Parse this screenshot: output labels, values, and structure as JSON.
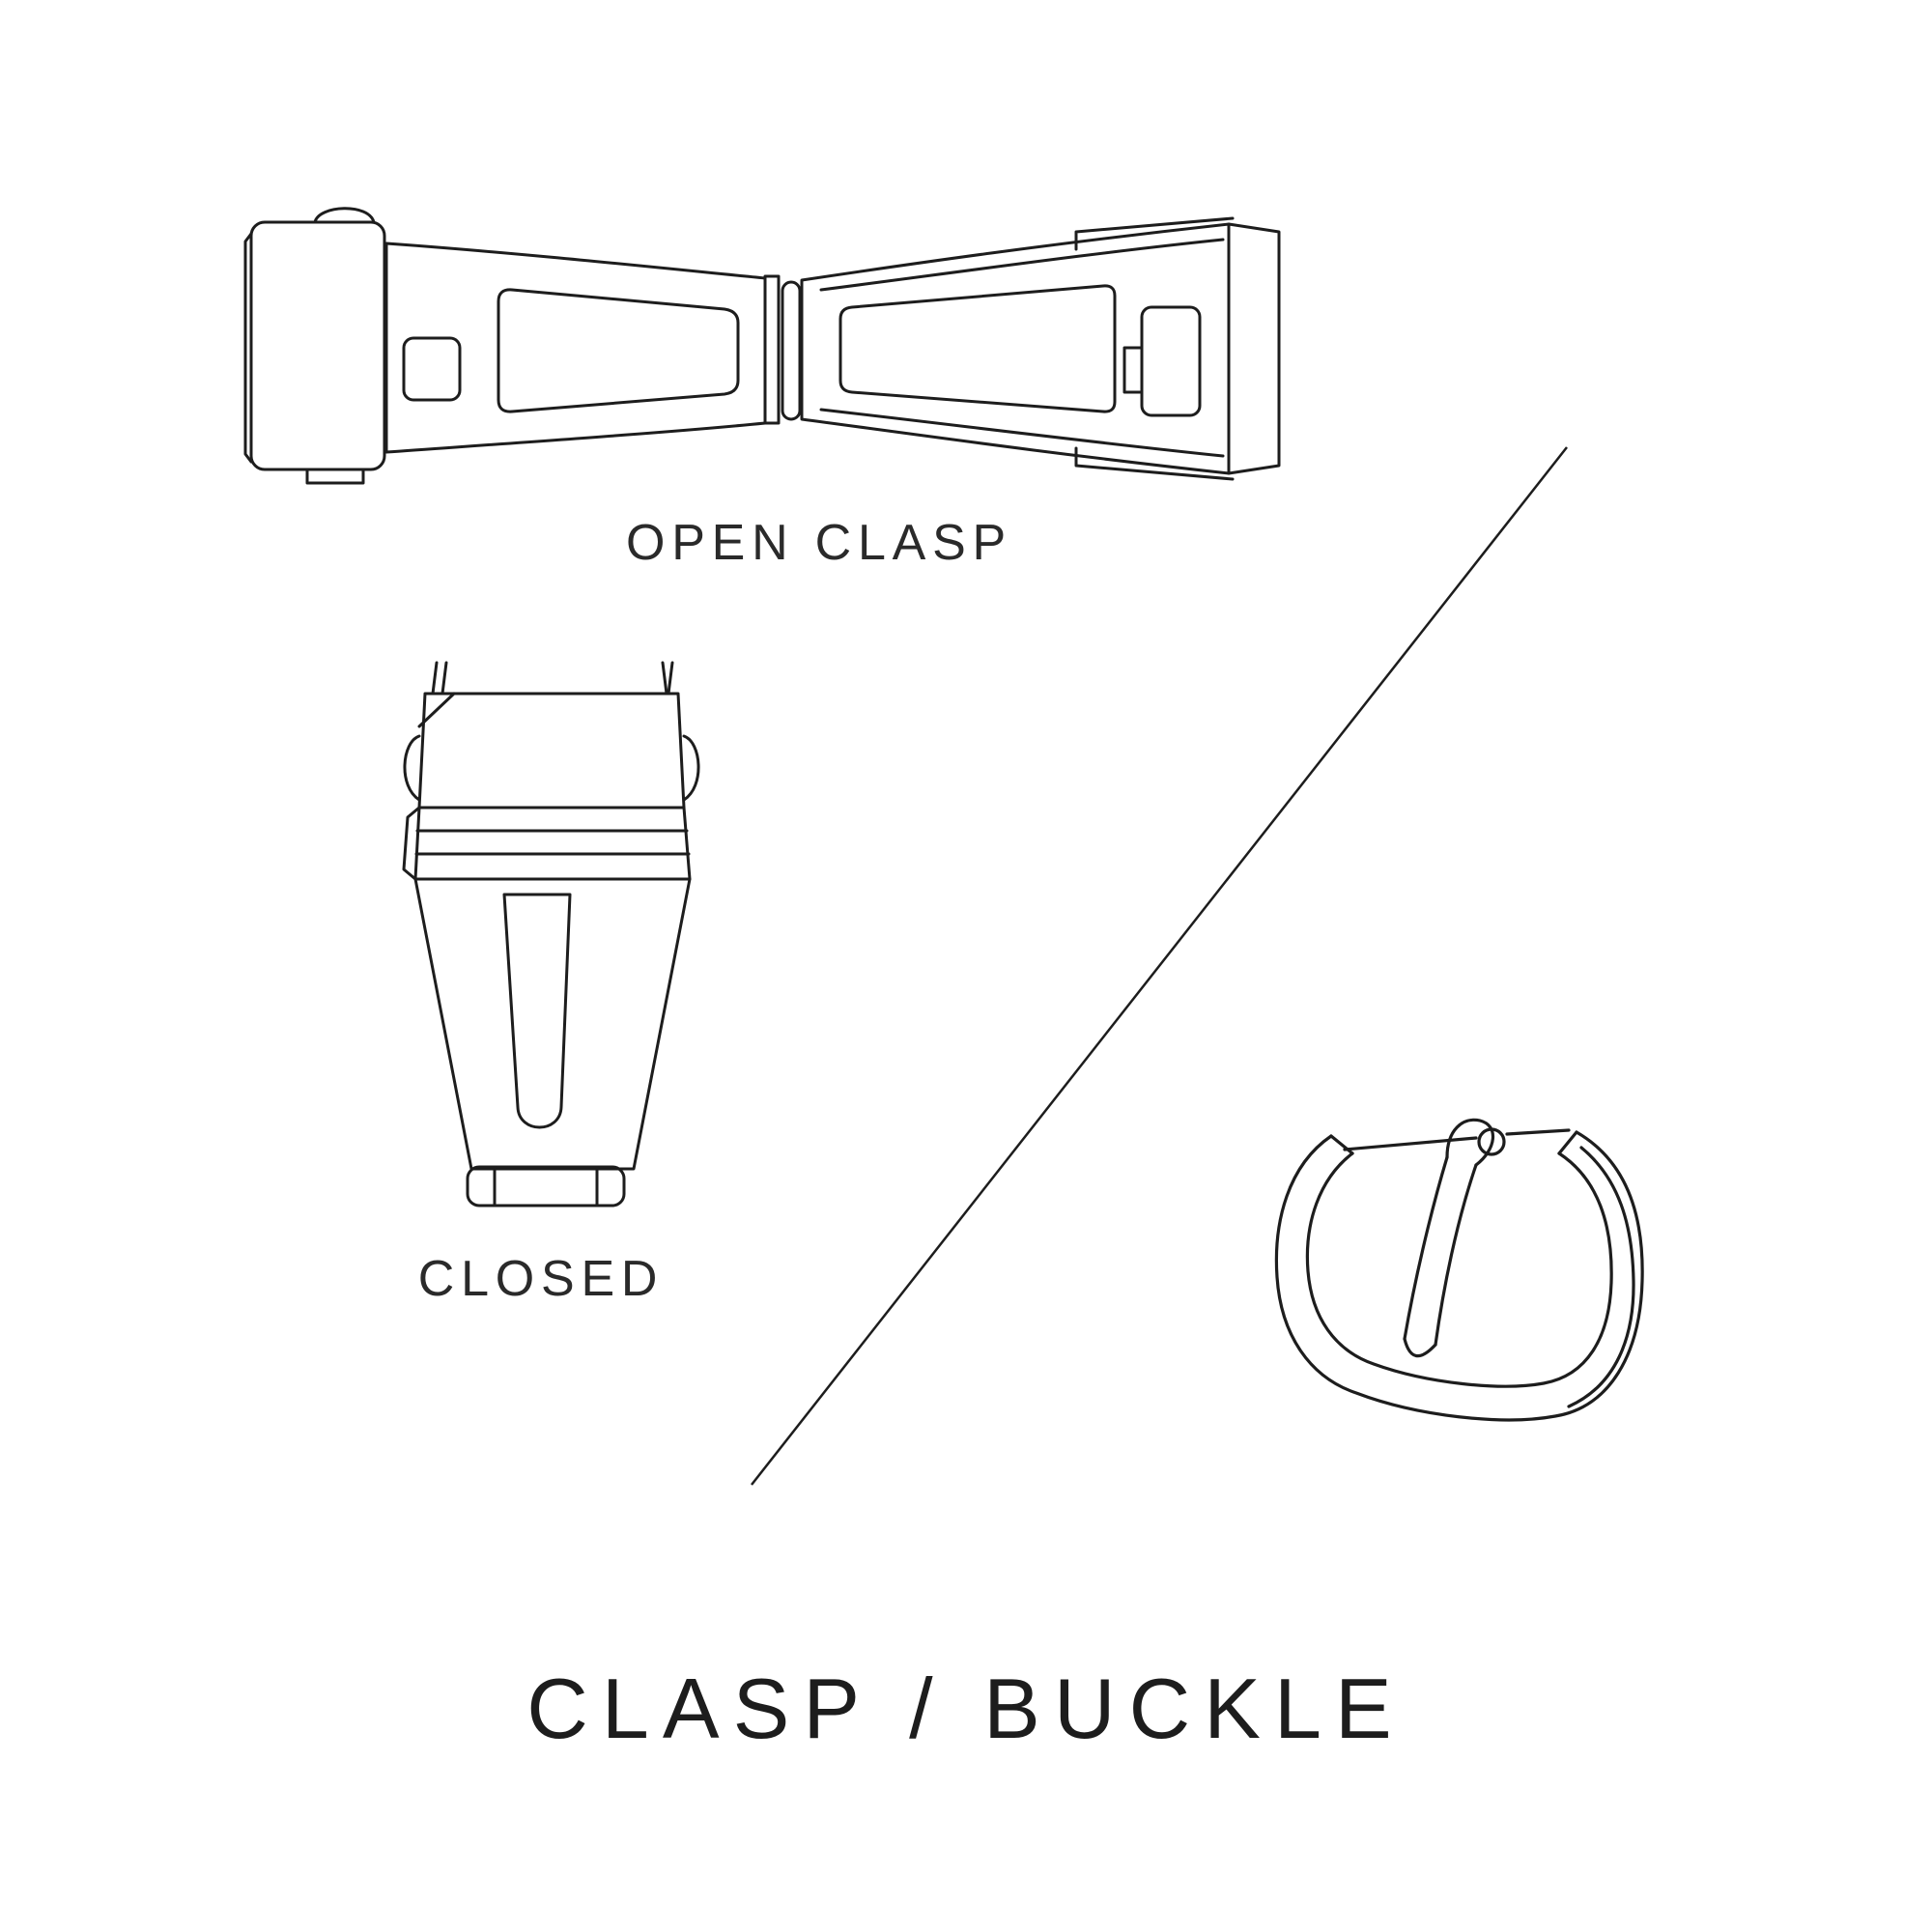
{
  "page": {
    "background_color": "#ffffff",
    "line_color": "#1d1d1d",
    "text_color": "#2a2a2a"
  },
  "labels": {
    "open_clasp": "OPEN CLASP",
    "closed": "CLOSED"
  },
  "title": {
    "text": "CLASP / BUCKLE"
  },
  "icons": {
    "open_clasp_illustration": "open-deployant-clasp-line-drawing",
    "closed_clasp_illustration": "closed-clasp-line-drawing",
    "buckle_illustration": "tang-buckle-line-drawing",
    "divider": "diagonal-divider-line"
  }
}
